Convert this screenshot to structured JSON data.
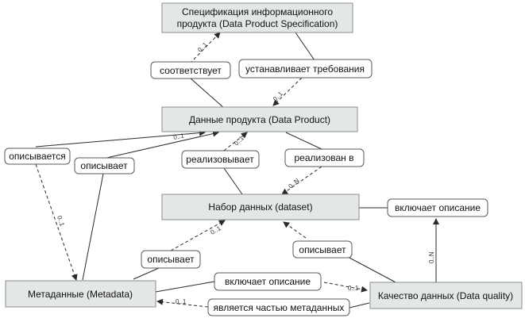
{
  "nodes": {
    "spec_line1": "Спецификация информационного",
    "spec_line2": "продукта (Data Product Specification)",
    "product": "Данные продукта (Data Product)",
    "dataset": "Набор данных (dataset)",
    "metadata": "Метаданные (Metadata)",
    "quality": "Качество данных (Data quality)"
  },
  "labels": {
    "corresponds": "соответствует",
    "sets_requirements": "устанавливает требования",
    "is_described": "описывается",
    "describes_1": "описывает",
    "implements": "реализовывает",
    "implemented_in": "реализован в",
    "includes_description_1": "включает описание",
    "describes_2": "описывает",
    "describes_3": "описывает",
    "includes_description_2": "включает описание",
    "is_part_of_metadata": "является частью метаданных"
  },
  "multiplicities": {
    "m1": "0..1",
    "m2": "0..1",
    "m3": "0..1",
    "m4": "0..1",
    "m5": "0..N",
    "m6": "0..1",
    "m7": "0..1",
    "m8": "0..N",
    "m9": "0..1",
    "m10": "0..1"
  },
  "colors": {
    "node_fill": "#e4e8e4",
    "node_stroke": "#8a8f8a",
    "label_fill": "#ffffff",
    "edge": "#2b2b2b"
  }
}
